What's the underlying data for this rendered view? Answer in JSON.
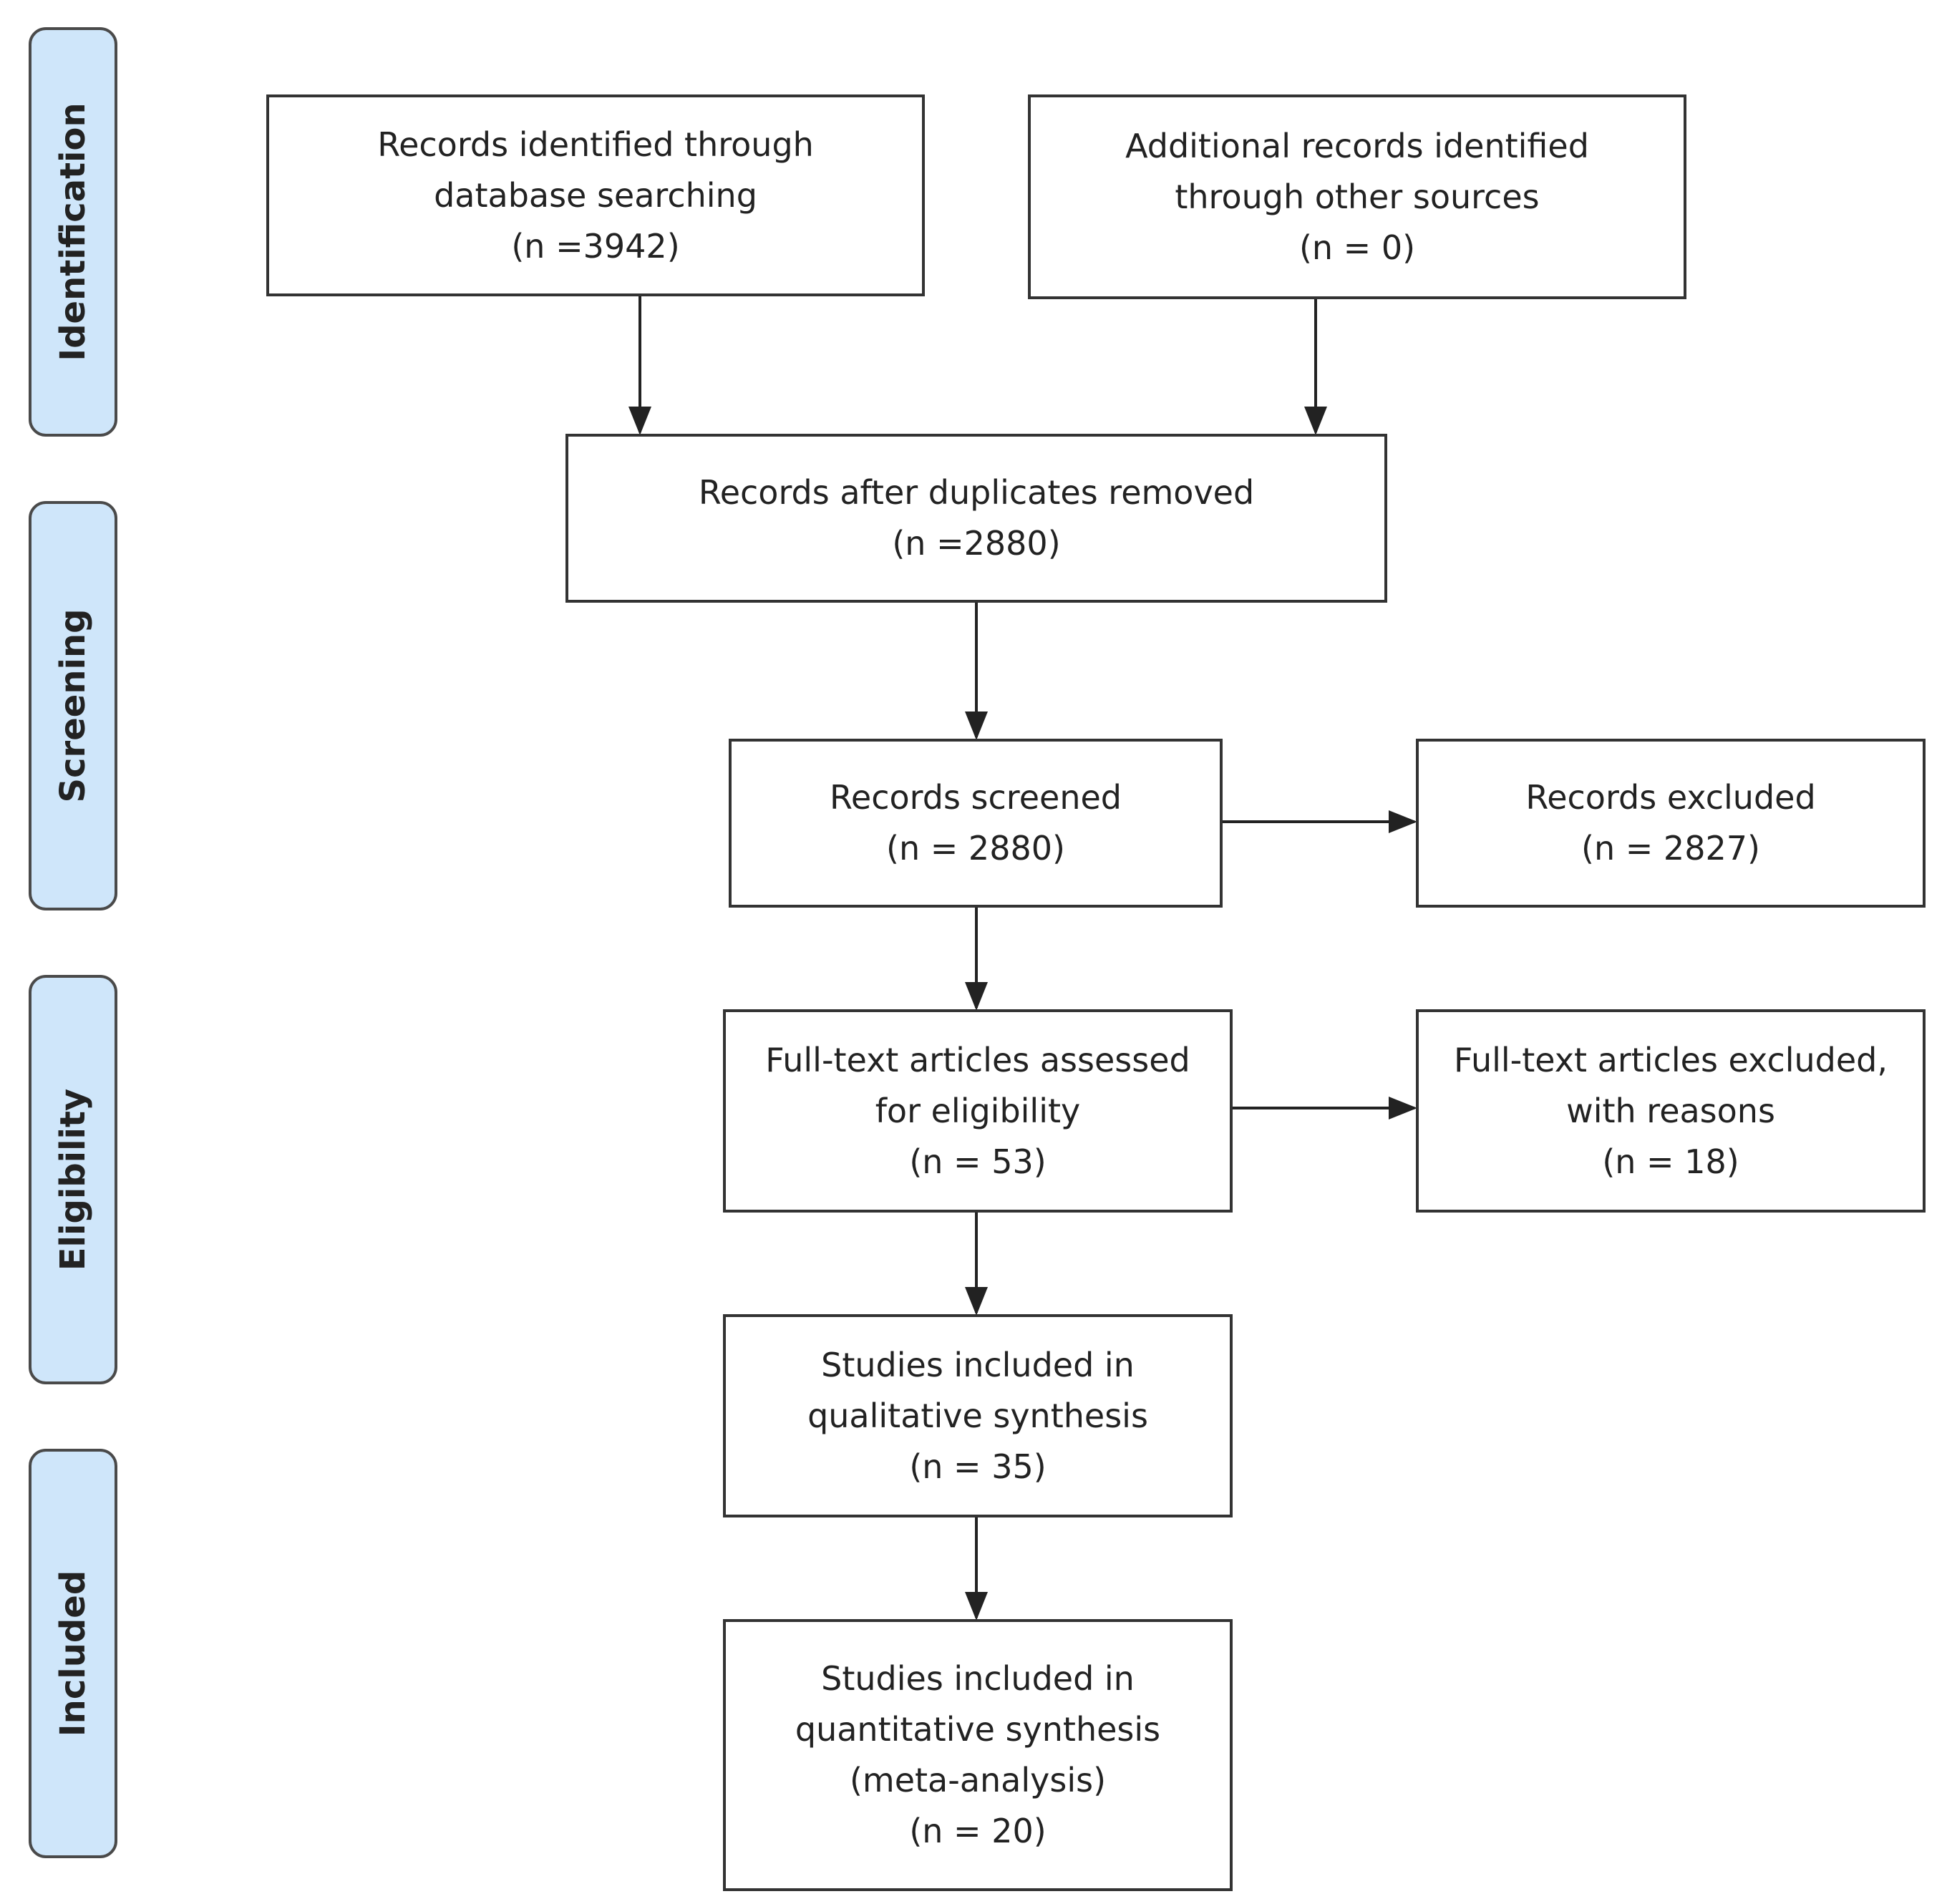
{
  "stages": {
    "identification": "Identification",
    "screening": "Screening",
    "eligibility": "Eligibility",
    "included": "Included"
  },
  "boxes": {
    "database_search": [
      "Records identified through",
      "database searching",
      "(n =3942)"
    ],
    "other_sources": [
      "Additional records identified",
      "through other sources",
      "(n = 0)"
    ],
    "duplicates_removed": [
      "Records after duplicates removed",
      "(n =2880)"
    ],
    "screened": [
      "Records screened",
      "(n = 2880)"
    ],
    "excluded": [
      "Records excluded",
      "(n = 2827)"
    ],
    "full_text": [
      "Full-text articles assessed",
      "for eligibility",
      "(n = 53)"
    ],
    "full_text_excluded": [
      "Full-text articles excluded,",
      "with reasons",
      "(n = 18)"
    ],
    "qualitative": [
      "Studies included in",
      "qualitative synthesis",
      "(n = 35)"
    ],
    "quantitative": [
      "Studies included in",
      "quantitative synthesis",
      "(meta-analysis)",
      "(n =  20)"
    ]
  },
  "colors": {
    "stage_fill": "#cfe6fa",
    "stage_border": "#4a4a4a",
    "box_border": "#333333",
    "arrow": "#222222"
  }
}
